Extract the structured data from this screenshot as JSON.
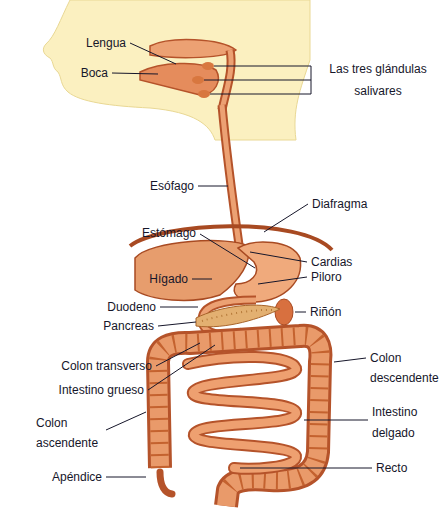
{
  "diagram": {
    "labels": [
      "Lengua",
      "Boca",
      "Las tres glándulas salivares",
      "Esófago",
      "Diafragma",
      "Estómago",
      "Cardias",
      "Piloro",
      "Hígado",
      "Duodeno",
      "Riñón",
      "Pancreas",
      "Colon transverso",
      "Colon descendente",
      "Intestino grueso",
      "Colon ascendente",
      "Intestino delgado",
      "Apéndice",
      "Recto"
    ]
  }
}
